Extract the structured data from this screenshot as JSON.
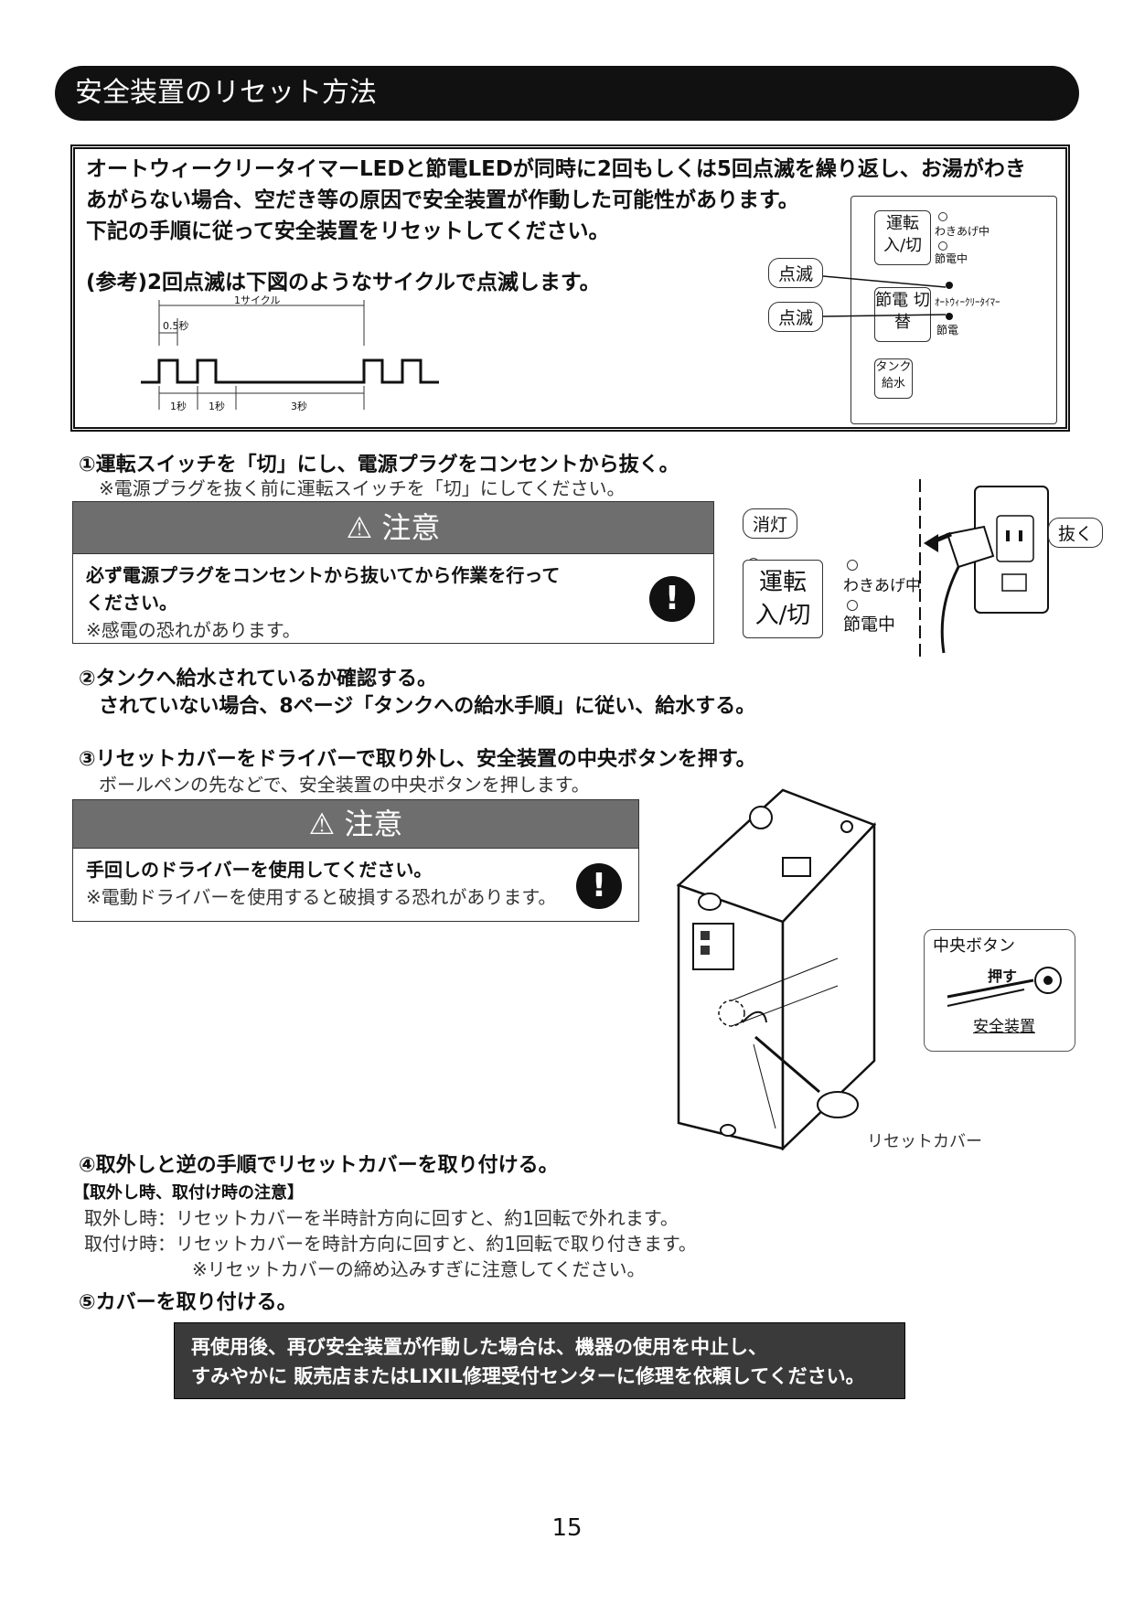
{
  "title": "安全装置のリセット方法",
  "intro": {
    "line1": "オートウィークリータイマーLEDと節電LEDが同時に2回もしくは5回点滅を繰り返し、お湯がわき",
    "line2": "あがらない場合、空だき等の原因で安全装置が作動した可能性があります。",
    "line3": "下記の手順に従って安全装置をリセットしてください。",
    "reference": "(参考)2回点滅は下図のようなサイクルで点滅します。"
  },
  "blink_diagram": {
    "cycle_label": "1サイクル",
    "half_sec": "0.5秒",
    "sec1a": "1秒",
    "sec1b": "1秒",
    "sec3": "3秒"
  },
  "panel_top": {
    "run_button": "運転 入/切",
    "wakiage": "わきあげ中",
    "setsuden_chu": "節電中",
    "setsuden_button": "節電 切替",
    "timer_led": "ｵｰﾄｳｨｰｸﾘｰﾀｲﾏｰ",
    "setsuden_led": "節電",
    "tank_button": "タンク 給水",
    "blink1": "点滅",
    "blink2": "点滅"
  },
  "step1": {
    "title": "①運転スイッチを「切」にし、電源プラグをコンセントから抜く。",
    "note": "※電源プラグを抜く前に運転スイッチを「切」にしてください。"
  },
  "caution1": {
    "head": "注意",
    "line1": "必ず電源プラグをコンセントから抜いてから作業を行って",
    "line2": "ください。",
    "line3": "※感電の恐れがあります。"
  },
  "panel_step1": {
    "off_tag": "消灯",
    "run_label": "運転 入/切",
    "wakiage": "わきあげ中",
    "setsuden_chu": "節電中",
    "pull_tag": "抜く"
  },
  "step2": {
    "title": "②タンクへ給水されているか確認する。",
    "line2": "されていない場合、8ページ「タンクへの給水手順」に従い、給水する。"
  },
  "step3": {
    "title": "③リセットカバーをドライバーで取り外し、安全装置の中央ボタンを押す。",
    "note": "ボールペンの先などで、安全装置の中央ボタンを押します。"
  },
  "caution2": {
    "head": "注意",
    "line1": "手回しのドライバーを使用してください。",
    "line2": "※電動ドライバーを使用すると破損する恐れがあります。"
  },
  "unit_diagram": {
    "center_button": "中央ボタン",
    "push": "押す",
    "safety_device": "安全装置",
    "reset_cover": "リセットカバー"
  },
  "step4": {
    "title": "④取外しと逆の手順でリセットカバーを取り付ける。",
    "notes_head": "【取外し時、取付け時の注意】",
    "remove": "取外し時：リセットカバーを半時計方向に回すと、約1回転で外れます。",
    "attach": "取付け時：リセットカバーを時計方向に回すと、約1回転で取り付きます。",
    "caution": "※リセットカバーの締め込みすぎに注意してください。"
  },
  "step5": {
    "title": "⑤カバーを取り付ける。"
  },
  "warning": {
    "line1": "再使用後、再び安全装置が作動した場合は、機器の使用を中止し、",
    "line2": "すみやかに 販売店またはLIXIL修理受付センターに修理を依頼してください。"
  },
  "page_number": "15"
}
